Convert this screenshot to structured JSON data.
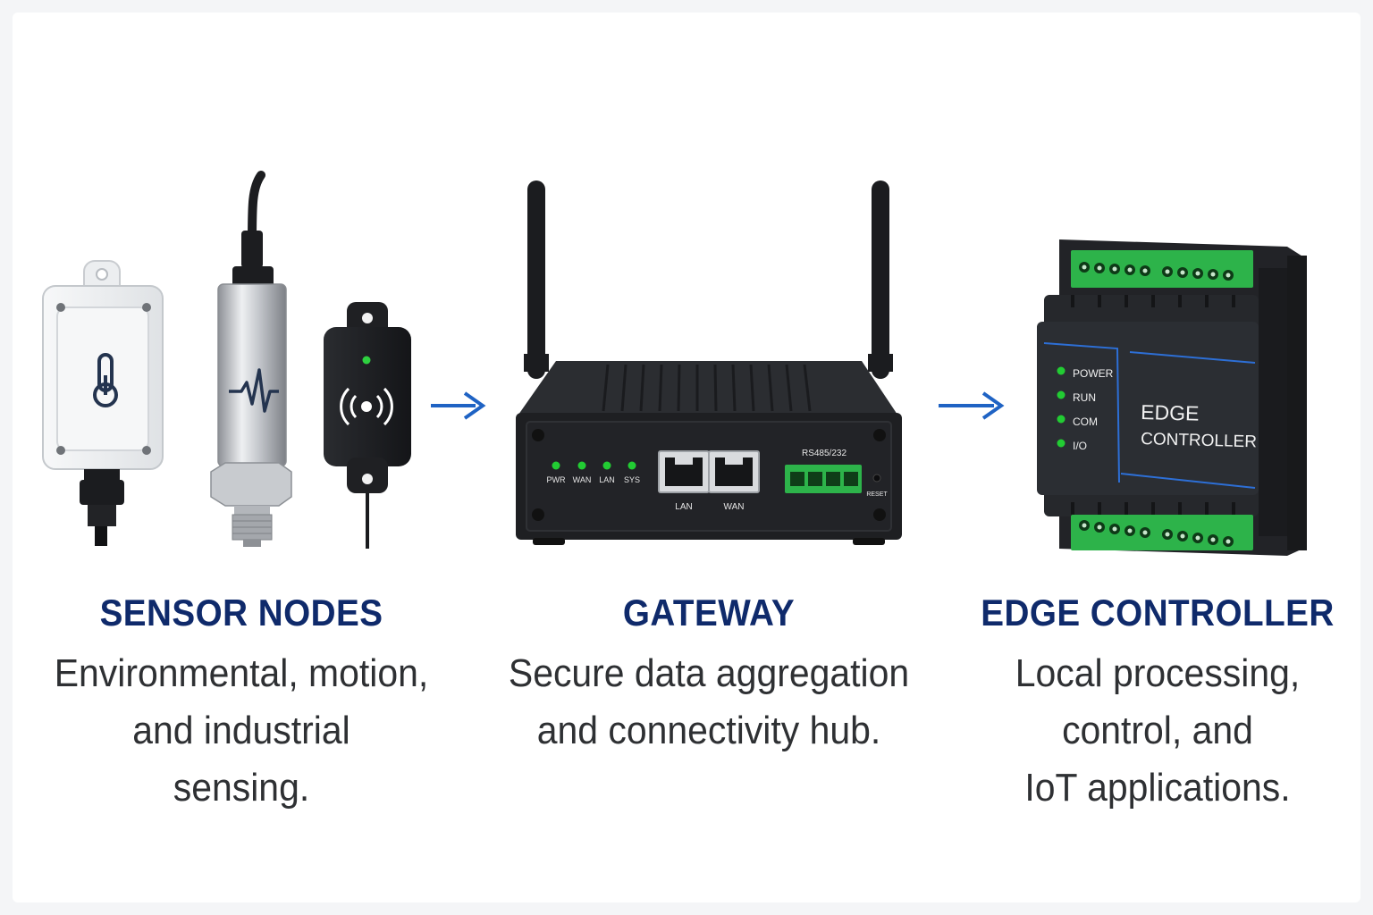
{
  "colors": {
    "title": "#0f2a6b",
    "description": "#2e3033",
    "arrow": "#1f63c4",
    "led": "#22cc33",
    "terminal": "#2db34a",
    "device_body": "#1e1f22"
  },
  "stages": [
    {
      "title": "SENSOR NODES",
      "description_lines": [
        "Environmental, motion,",
        "and industrial",
        "sensing."
      ]
    },
    {
      "title": "GATEWAY",
      "description_lines": [
        "Secure data aggregation",
        "and connectivity hub."
      ]
    },
    {
      "title": "EDGE CONTROLLER",
      "description_lines": [
        "Local processing,",
        "control, and",
        "IoT applications."
      ]
    }
  ],
  "gateway": {
    "leds": [
      "PWR",
      "WAN",
      "LAN",
      "SYS"
    ],
    "ports": [
      "LAN",
      "WAN"
    ],
    "serial_label": "RS485/232",
    "reset_label": "RESET"
  },
  "controller": {
    "status_leds": [
      "POWER",
      "RUN",
      "COM",
      "I/O"
    ],
    "panel_title_lines": [
      "EDGE",
      "CONTROLLER"
    ]
  },
  "icons": [
    "thermometer-icon",
    "pulse-wave-icon",
    "wireless-signal-icon",
    "arrow-right-icon"
  ]
}
